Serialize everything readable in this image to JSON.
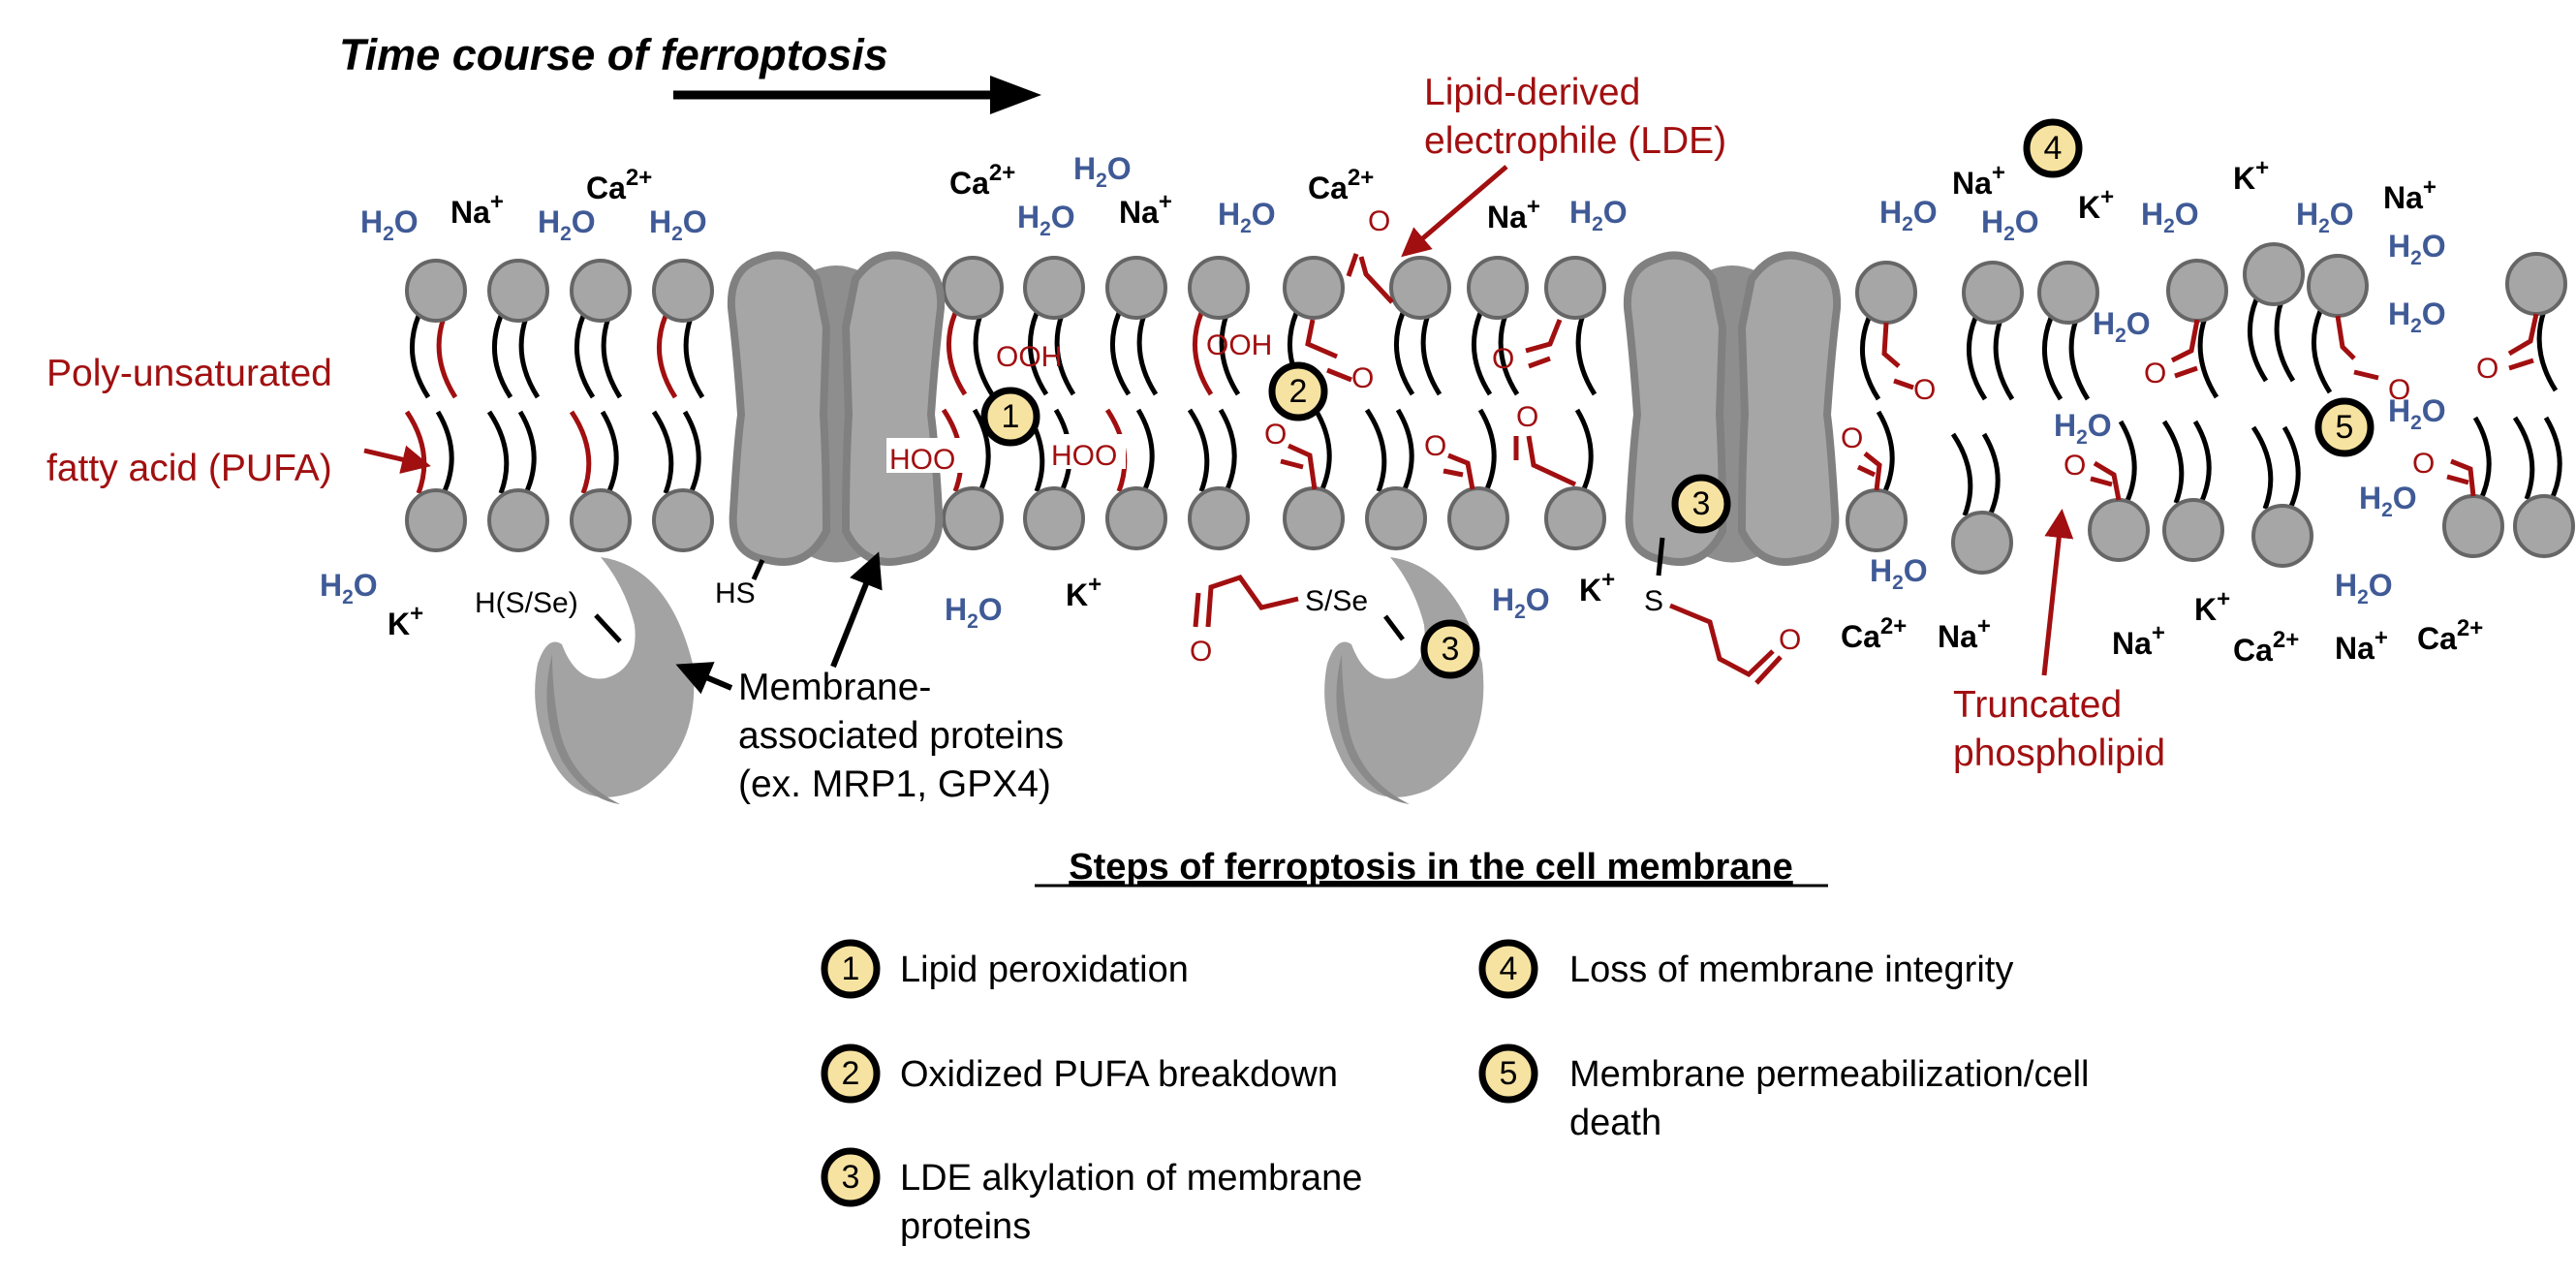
{
  "title": "Time course of ferroptosis",
  "labels": {
    "pufa_line1": "Poly-unsaturated",
    "pufa_line2": "fatty acid (PUFA)",
    "lde_line1": "Lipid-derived",
    "lde_line2": "electrophile (LDE)",
    "map_line1": "Membrane-",
    "map_line2": "associated proteins",
    "map_line3": "(ex. MRP1, GPX4)",
    "trunc_line1": "Truncated",
    "trunc_line2": "phospholipid"
  },
  "chem": {
    "ooh": "OOH",
    "hoo": "HOO",
    "o": "O",
    "hsse": "H(S/Se)",
    "hs": "HS",
    "sse": "S/Se",
    "s": "S"
  },
  "ions": {
    "h2o_base": "H",
    "h2o_sub": "2",
    "h2o_tail": "O",
    "na": "Na",
    "k": "K",
    "ca": "Ca",
    "plus": "+",
    "two_plus": "2+"
  },
  "badges": {
    "b1": "1",
    "b2": "2",
    "b3": "3",
    "b4": "4",
    "b5": "5"
  },
  "legend": {
    "title": "Steps of ferroptosis in the cell membrane",
    "items": [
      {
        "num": "1",
        "text": "Lipid peroxidation"
      },
      {
        "num": "2",
        "text": "Oxidized PUFA breakdown"
      },
      {
        "num": "3",
        "line1": "LDE alkylation of membrane",
        "line2": "proteins"
      },
      {
        "num": "4",
        "text": "Loss of membrane integrity"
      },
      {
        "num": "5",
        "line1": "Membrane permeabilization/cell",
        "line2": "death"
      }
    ]
  },
  "colors": {
    "accent_red": "#A10F10",
    "water_blue": "#3F5A96",
    "badge_fill": "#F7E3A1",
    "lipid_head": "#A6A6A6"
  }
}
